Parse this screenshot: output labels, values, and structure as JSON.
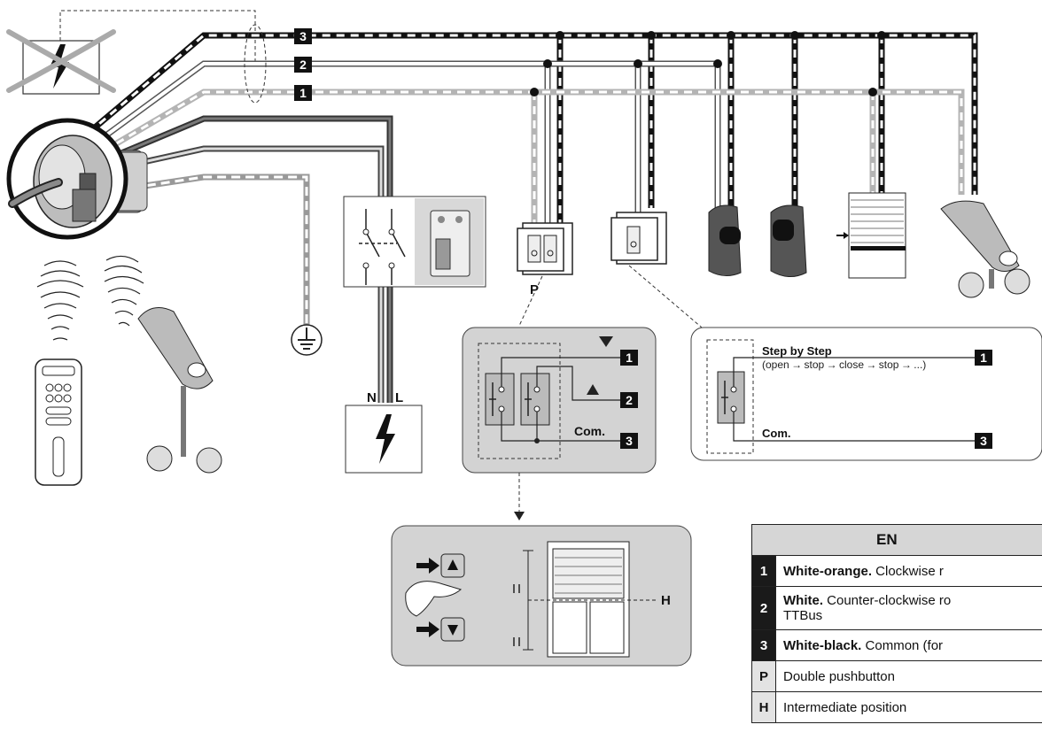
{
  "wire_tags": [
    "3",
    "2",
    "1"
  ],
  "supply": {
    "n_label": "N",
    "l_label": "L"
  },
  "pushbutton_tag": "P",
  "detail_double": {
    "tags": [
      "1",
      "2",
      "3"
    ],
    "com_label": "Com."
  },
  "detail_single": {
    "title": "Step by Step",
    "subtitle": "(open → stop → close → stop → ...)",
    "com_label": "Com.",
    "tags": [
      "1",
      "3"
    ]
  },
  "window_detail": {
    "position_tag": "H"
  },
  "legend": {
    "header": "EN",
    "rows": [
      {
        "key": "1",
        "bold": "White-orange.",
        "text": " Clockwise r"
      },
      {
        "key": "2",
        "bold": "White.",
        "text": " Counter-clockwise ro",
        "text2": "TTBus"
      },
      {
        "key": "3",
        "bold": "White-black.",
        "text": " Common (for"
      },
      {
        "key": "P",
        "bold": "",
        "text": "Double pushbutton"
      },
      {
        "key": "H",
        "bold": "",
        "text": "Intermediate position"
      }
    ]
  },
  "colors": {
    "wire_black": "#111111",
    "wire_gray": "#b4b4b4",
    "panel_gray": "#d3d3d3"
  }
}
